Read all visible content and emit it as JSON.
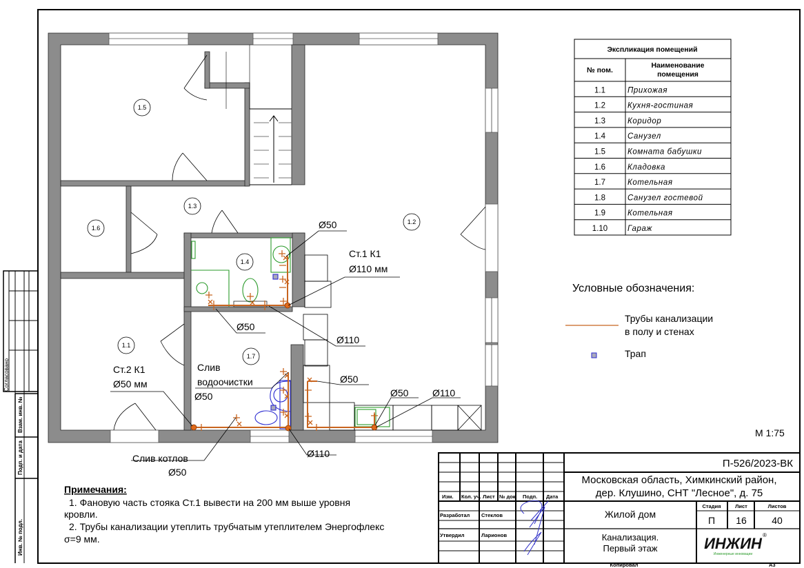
{
  "rooms": [
    "1.1",
    "1.2",
    "1.3",
    "1.4",
    "1.5",
    "1.6",
    "1.7"
  ],
  "pipe_labels": {
    "st1_title": "Ст.1  К1",
    "st1_diam": "Ø110 мм",
    "st2_title": "Ст.2  К1",
    "st2_diam": "Ø50 мм",
    "d50_top": "Ø50",
    "d50_bath": "Ø50",
    "d110_bath": "Ø110",
    "d50_kitchen_left": "Ø50",
    "d50_sink": "Ø50",
    "d110_kitchen": "Ø110",
    "d110_bottom": "Ø110",
    "water_drain_1": "Слив",
    "water_drain_2": "водоочистки",
    "water_drain_3": "Ø50",
    "boiler_drain_1": "Слив котлов",
    "boiler_drain_2": "Ø50"
  },
  "explication": {
    "title": "Экспликация помещений",
    "col_num": "№ пом.",
    "col_name_1": "Наименование",
    "col_name_2": "помещения",
    "rows": [
      {
        "num": "1.1",
        "name": "Прихожая"
      },
      {
        "num": "1.2",
        "name": "Кухня-гостиная"
      },
      {
        "num": "1.3",
        "name": "Коридор"
      },
      {
        "num": "1.4",
        "name": "Санузел"
      },
      {
        "num": "1.5",
        "name": "Комната бабушки"
      },
      {
        "num": "1.6",
        "name": "Кладовка"
      },
      {
        "num": "1.7",
        "name": "Котельная"
      },
      {
        "num": "1.8",
        "name": "Санузел гостевой"
      },
      {
        "num": "1.9",
        "name": "Котельная"
      },
      {
        "num": "1.10",
        "name": "Гараж"
      }
    ]
  },
  "legend": {
    "title": "Условные обозначения:",
    "pipe_1": "Трубы канализации",
    "pipe_2": "в полу и стенах",
    "trap": "Трап"
  },
  "scale": "М 1:75",
  "notes": {
    "title": "Примечания:",
    "line1": "1.    Фановую часть стояка Ст.1   вывести на 200 мм выше уровня",
    "line2": "кровли.",
    "line3": "2.    Трубы канализации утеплить трубчатым утеплителем Энергофлекс",
    "line4": "σ=9 мм."
  },
  "stamp_left": {
    "agreed": "Согласовано",
    "replace_inv": "Взам. инв. №",
    "sign_date": "Подп. и дата",
    "inv_orig": "Инв. № подл."
  },
  "title_block": {
    "doc_code": "П-526/2023-ВК",
    "address_1": "Московская область, Химкинский район,",
    "address_2": "дер. Клушино, СНТ \"Лесное\", д. 75",
    "headers": [
      "Изм.",
      "Кол. уч.",
      "Лист",
      "№ док.",
      "Подп.",
      "Дата"
    ],
    "developed_role": "Разработал",
    "developed_name": "Стеклов",
    "approved_role": "Утвердил",
    "approved_name": "Ларионов",
    "object": "Жилой дом",
    "stage_label": "Стадия",
    "sheet_label": "Лист",
    "sheets_label": "Листов",
    "stage": "П",
    "sheet": "16",
    "sheets": "40",
    "drawing_title_1": "Канализация.",
    "drawing_title_2": "Первый этаж",
    "logo": "ИНЖИН",
    "logo_sub": "Инженерные инновации",
    "copied": "Копировал",
    "format": "А3"
  },
  "colors": {
    "pipe": "#c8641e",
    "fixture_green": "#2a9a2a",
    "fixture_blue": "#2a2ad0",
    "wall": "#8c8c8c"
  }
}
